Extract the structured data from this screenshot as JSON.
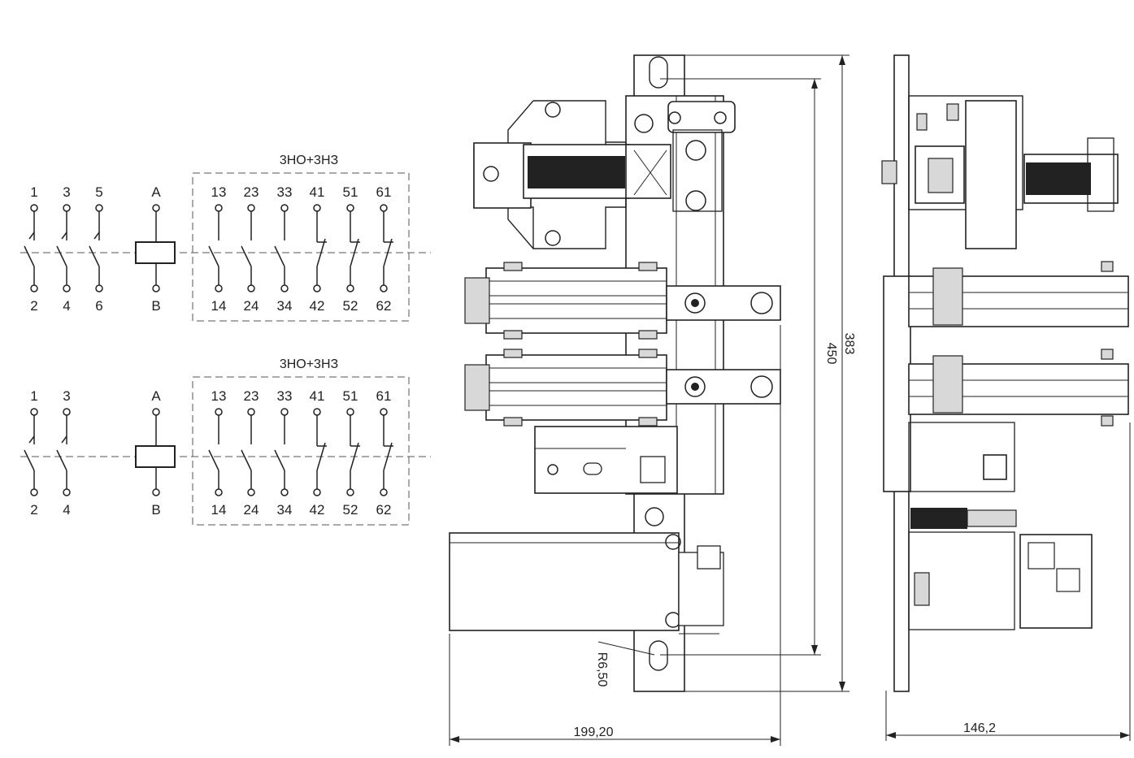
{
  "schematics": [
    {
      "group_label": "3НО+3НЗ",
      "main_contacts": [
        {
          "top": "1",
          "bottom": "2"
        },
        {
          "top": "3",
          "bottom": "4"
        },
        {
          "top": "5",
          "bottom": "6"
        }
      ],
      "coil": {
        "top": "A",
        "bottom": "B"
      },
      "aux_contacts": [
        {
          "top": "13",
          "bottom": "14",
          "kind": "NO"
        },
        {
          "top": "23",
          "bottom": "24",
          "kind": "NO"
        },
        {
          "top": "33",
          "bottom": "34",
          "kind": "NO"
        },
        {
          "top": "41",
          "bottom": "42",
          "kind": "NC"
        },
        {
          "top": "51",
          "bottom": "52",
          "kind": "NC"
        },
        {
          "top": "61",
          "bottom": "62",
          "kind": "NC"
        }
      ]
    },
    {
      "group_label": "3НО+3НЗ",
      "main_contacts": [
        {
          "top": "1",
          "bottom": "2"
        },
        {
          "top": "3",
          "bottom": "4"
        }
      ],
      "coil": {
        "top": "A",
        "bottom": "B"
      },
      "aux_contacts": [
        {
          "top": "13",
          "bottom": "14",
          "kind": "NO"
        },
        {
          "top": "23",
          "bottom": "24",
          "kind": "NO"
        },
        {
          "top": "33",
          "bottom": "34",
          "kind": "NO"
        },
        {
          "top": "41",
          "bottom": "42",
          "kind": "NC"
        },
        {
          "top": "51",
          "bottom": "52",
          "kind": "NC"
        },
        {
          "top": "61",
          "bottom": "62",
          "kind": "NC"
        }
      ]
    }
  ],
  "front_view": {
    "dim_width": "199,20",
    "dim_height_inner": "450",
    "dim_height_outer": "383",
    "dim_radius": "R6,50"
  },
  "side_view": {
    "dim_width": "146,2"
  }
}
